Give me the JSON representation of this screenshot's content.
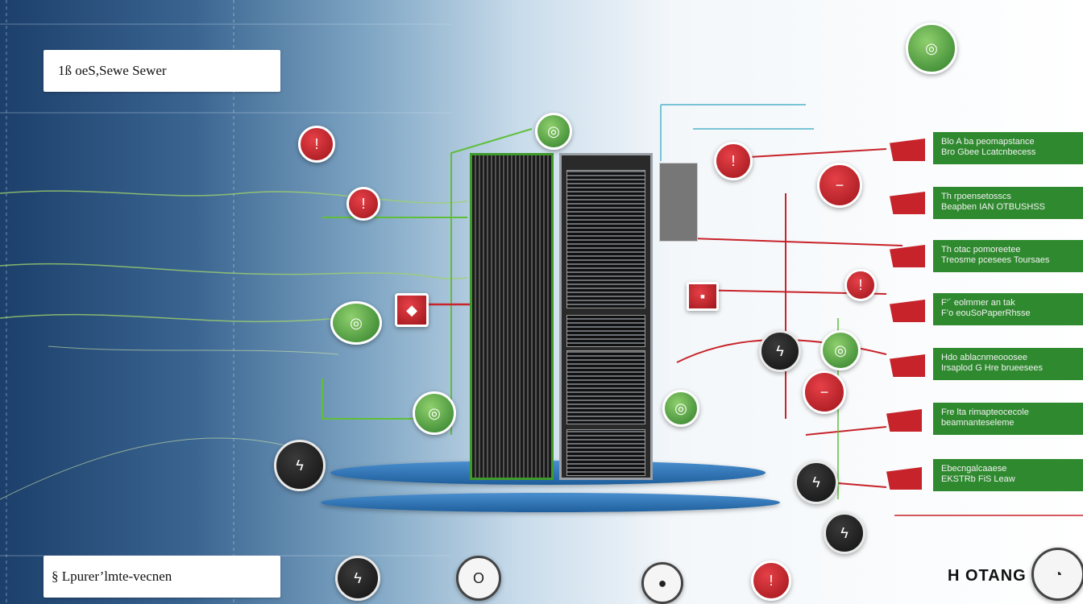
{
  "labels": {
    "top": "1ß oeS,Sewe Sewer",
    "bottom": "§ Lpurer’lmte-vecnen",
    "brand": "H OTANG"
  },
  "banners": [
    "Blo A ba peomapstance\nBro Gbee Lcatcnbecess",
    "Th rpoensetosscs\nBeapben IΑN OΤBUSHSS",
    "Th otac pomoreetee\nTreosme pcesees Toursaes",
    "F’´ eolmmer an tak\nF’o eouSoPaperRhsse",
    "Hdo ablacnmeooosee\nIrsaplod G Hre brueesees",
    "Fre lta rimapteocecole\nbeamnanteseleme",
    "Ebecngalcaaese\nEKSTRb FiS Leaw"
  ],
  "colors": {
    "accent_red": "#c7232a",
    "accent_green": "#2f8a2f",
    "background_dark": "#1c3f6b"
  },
  "icons": {
    "red_node": "alert-icon",
    "dark_node": "lightning-icon",
    "green_node": "globe-icon",
    "outline_node": "info-icon"
  }
}
